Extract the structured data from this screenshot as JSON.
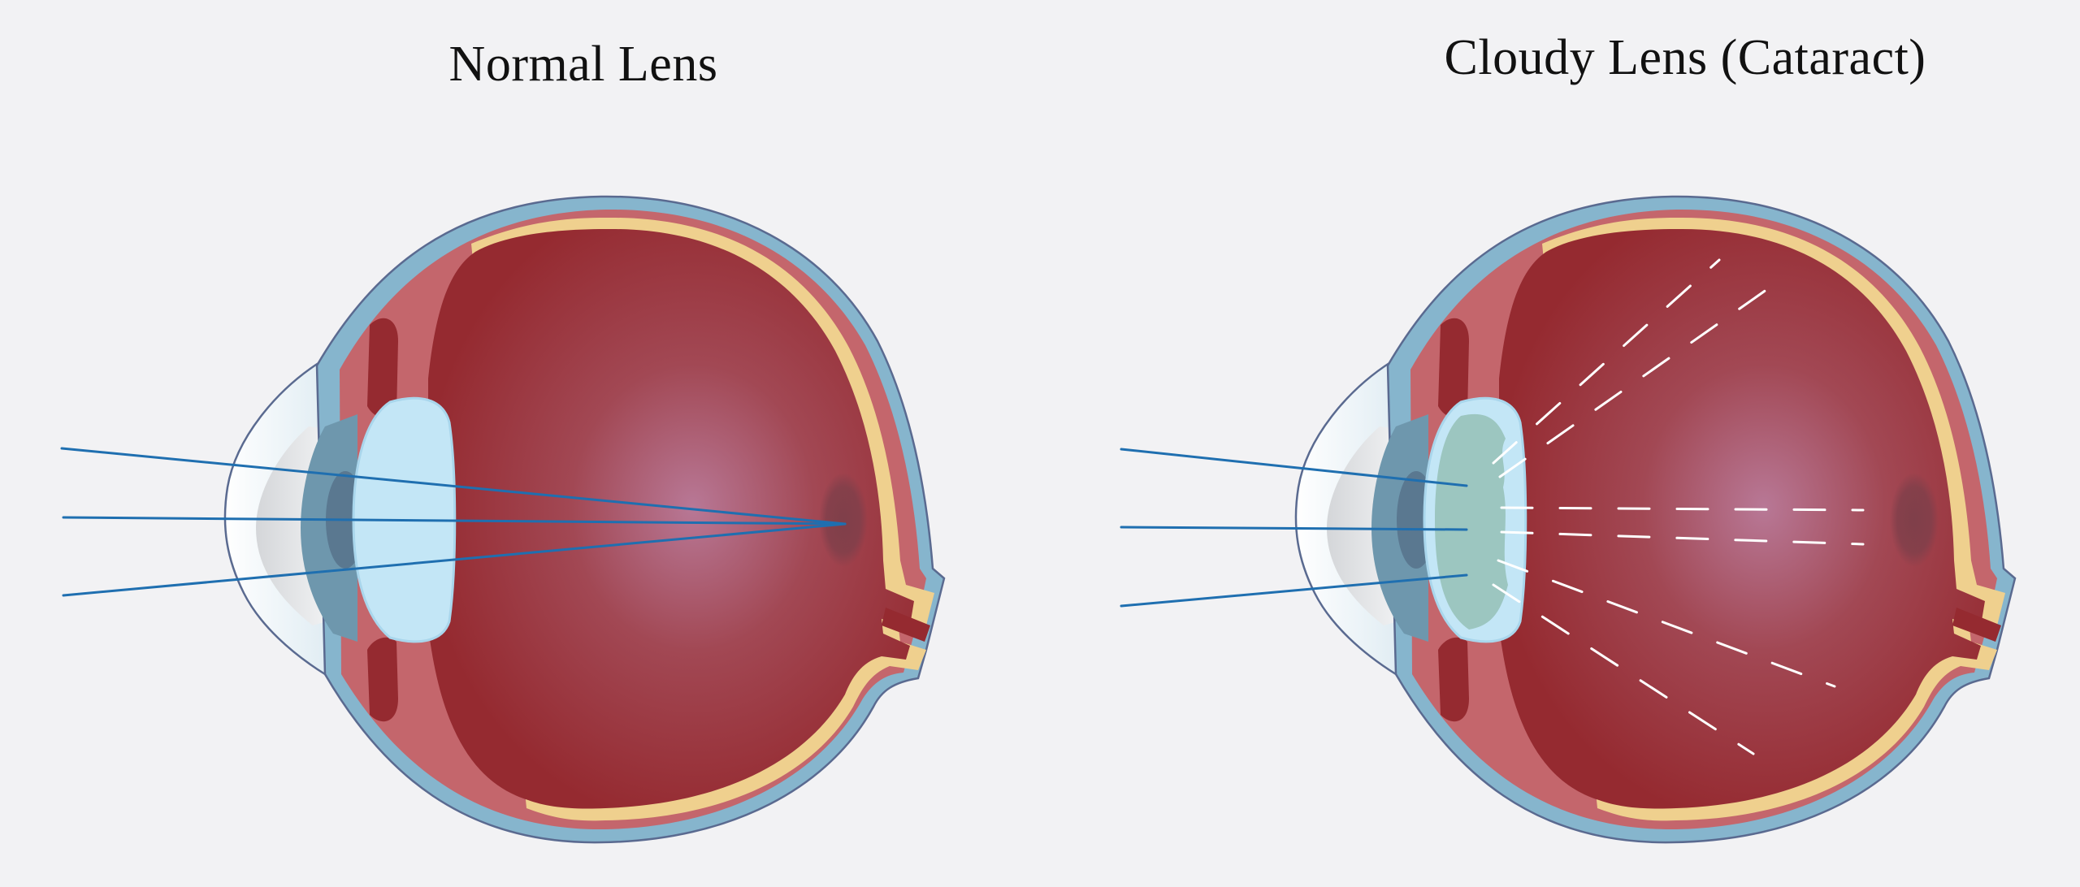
{
  "panels": [
    {
      "id": "normal",
      "title": "Normal Lens",
      "lens_state": "clear",
      "light_rays": 3,
      "focus": "single point on retina"
    },
    {
      "id": "cataract",
      "title": "Cloudy Lens (Cataract)",
      "lens_state": "cloudy",
      "light_rays": 3,
      "focus": "scattered light"
    }
  ],
  "colors": {
    "background": "#f2f2f4",
    "sclera_outer": "#86b5cd",
    "outline": "#5a6a90",
    "choroid": "#c4666c",
    "retina": "#efd08e",
    "vitreous": "#952a30",
    "vitreous_center": "#b87896",
    "cornea": "#eaf3f8",
    "iris": "#6e97ad",
    "pupil": "#5a7890",
    "lens_clear": "#c3e6f6",
    "lens_cloudy": "#9cc6c0",
    "light_ray": "#1f6fb0",
    "scatter": "#ffffff",
    "fovea": "#7f3f4a"
  }
}
